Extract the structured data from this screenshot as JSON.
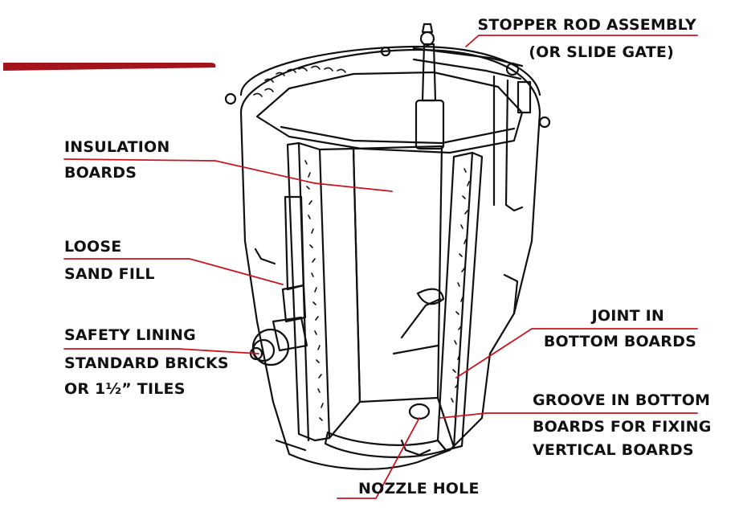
{
  "labels": {
    "stopper_rod_1": "STOPPER ROD ASSEMBLY",
    "stopper_rod_2": "(OR SLIDE GATE)",
    "insulation_1": "INSULATION",
    "insulation_2": "BOARDS",
    "loose_sand_1": "LOOSE",
    "loose_sand_2": "SAND FILL",
    "safety_lining_1": "SAFETY LINING",
    "safety_lining_2": "STANDARD BRICKS",
    "safety_lining_3": "OR 1½” TILES",
    "joint_1": "JOINT IN",
    "joint_2": "BOTTOM BOARDS",
    "groove_1": "GROOVE IN BOTTOM",
    "groove_2": "BOARDS FOR FIXING",
    "groove_3": "VERTICAL BOARDS",
    "nozzle": "NOZZLE HOLE"
  },
  "colors": {
    "leader": "#c8141e",
    "accent_bar": "#a3141b",
    "outline": "#111111",
    "text": "#111111"
  }
}
